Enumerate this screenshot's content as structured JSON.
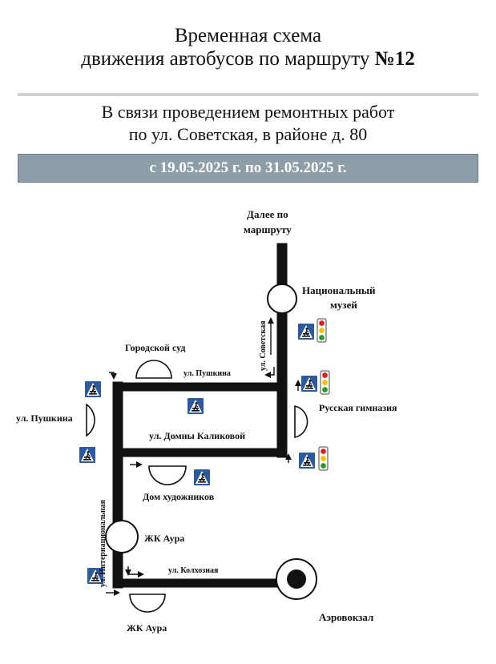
{
  "header": {
    "title_line1": "Временная схема",
    "title_line2_prefix": "движения автобусов по маршруту ",
    "route_number": "№12"
  },
  "notice": {
    "line1": "В связи проведением ремонтных работ",
    "line2": "по ул. Советская, в районе д. 80"
  },
  "period": "с 19.05.2025 г. по 31.05.2025 г.",
  "map": {
    "continue_route_line1": "Далее по",
    "continue_route_line2": "маршруту",
    "stop_national_museum_line1": "Национальный",
    "stop_national_museum_line2": "музей",
    "stop_russian_gymnasium": "Русская гимназия",
    "stop_city_court": "Городской суд",
    "stop_pushkina": "ул. Пушкина",
    "stop_artists_house": "Дом художников",
    "stop_zhk_aura_1": "ЖК Аура",
    "stop_zhk_aura_2": "ЖК Аура",
    "stop_airport": "Аэровокзал",
    "street_sovetskaya": "ул. Советская",
    "street_pushkina": "ул. Пушкина",
    "street_domny_kalikovoy": "ул. Домны Каликовой",
    "street_internatsionalnaya": "ул. Интернациональная",
    "street_kolkhoznaya": "ул. Колхозная"
  },
  "colors": {
    "route": "#111111",
    "period_bar": "#8e9ea8",
    "sign_blue": "#2c5aa0",
    "light_red": "#e02020",
    "light_yellow": "#f2c20a",
    "light_green": "#2a9a2a"
  }
}
